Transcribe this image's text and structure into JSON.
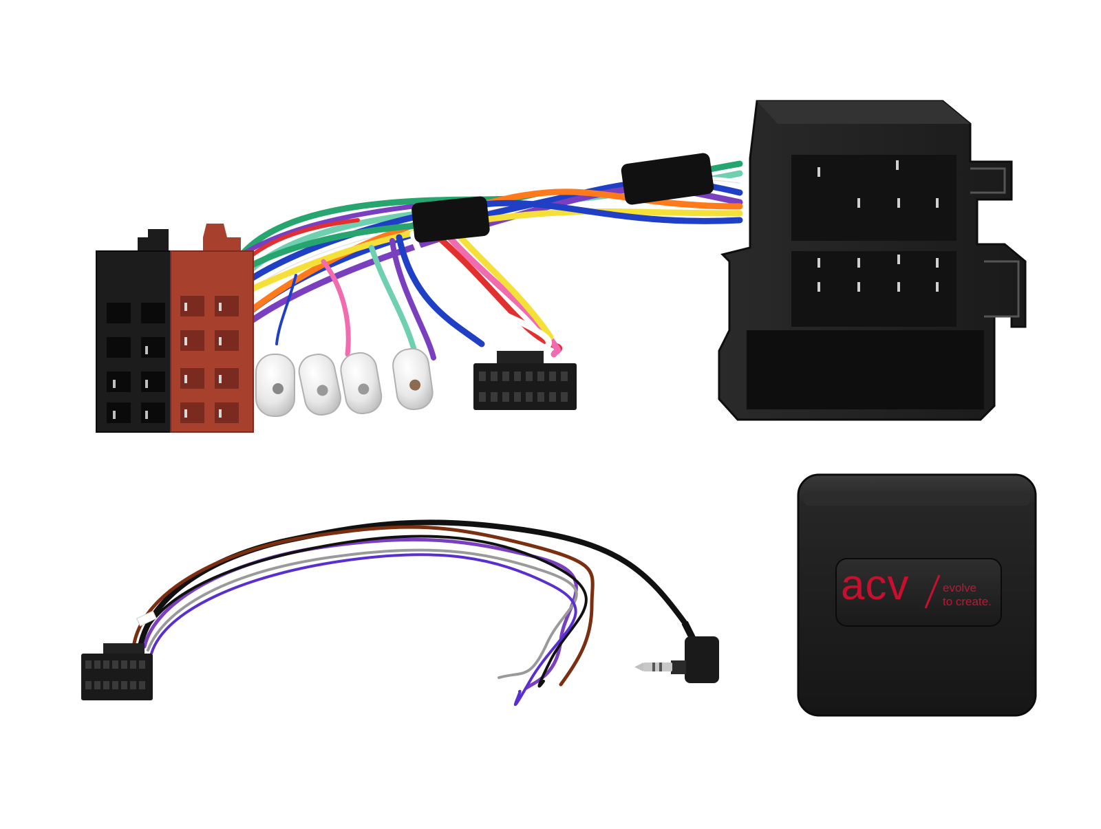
{
  "brand": {
    "mark": "acv",
    "slash": "/",
    "tagline_line1": "evolve",
    "tagline_line2": "to create."
  },
  "colors": {
    "background": "#ffffff",
    "connector_black": "#1c1c1c",
    "connector_red": "#a8402e",
    "module_body": "#202020",
    "brand_red": "#c8102e"
  },
  "wire_colors": [
    "#1f3fc4",
    "#27a56f",
    "#ff7a1a",
    "#7a3fbf",
    "#e23030",
    "#f06bb0",
    "#f5e03a",
    "#ffffff",
    "#6fd0b0",
    "#9a9a9a",
    "#111111",
    "#7a2f10"
  ],
  "components": [
    {
      "name": "ISO power connector",
      "color": "black"
    },
    {
      "name": "ISO speaker connector",
      "color": "red"
    },
    {
      "name": "RCA / bullet terminals",
      "count": 4
    },
    {
      "name": "head-unit 16-pin plug"
    },
    {
      "name": "vehicle quadlock connector"
    },
    {
      "name": "steering wheel interface lead"
    },
    {
      "name": "3.5mm jack"
    },
    {
      "name": "interface module"
    }
  ]
}
